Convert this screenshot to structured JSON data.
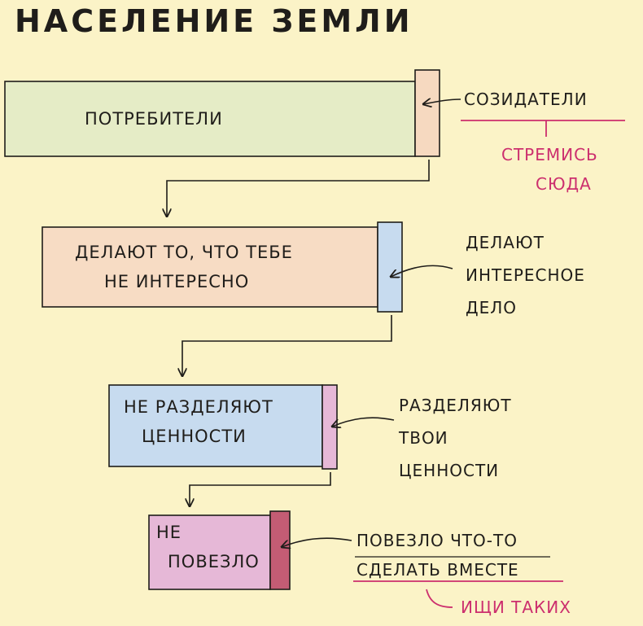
{
  "title": "Население Земли",
  "levels": [
    {
      "label_lines": [
        "Потребители"
      ],
      "side_lines": [
        "Созидатели"
      ],
      "colors": {
        "main": "#e5ecc6",
        "accent": "#f6d9c0"
      }
    },
    {
      "label_lines": [
        "Делают то, что тебе",
        "не интересно"
      ],
      "side_lines": [
        "Делают",
        "интересное",
        "дело"
      ],
      "colors": {
        "main": "#f7dcc4",
        "accent": "#c7dbef"
      }
    },
    {
      "label_lines": [
        "Не разделяют",
        "ценности"
      ],
      "side_lines": [
        "Разделяют",
        "твои",
        "ценности"
      ],
      "colors": {
        "main": "#c7dbef",
        "accent": "#e6b8d7"
      }
    },
    {
      "label_lines": [
        "Не",
        "повезло"
      ],
      "side_lines": [
        "Повезло что-то",
        "сделать вместе"
      ],
      "colors": {
        "main": "#e6b8d7",
        "accent": "#c45c74"
      }
    }
  ],
  "notes": {
    "top": [
      "Стремись",
      "сюда"
    ],
    "bottom": [
      "Ищи таких"
    ],
    "color": "#cc2f6e"
  }
}
